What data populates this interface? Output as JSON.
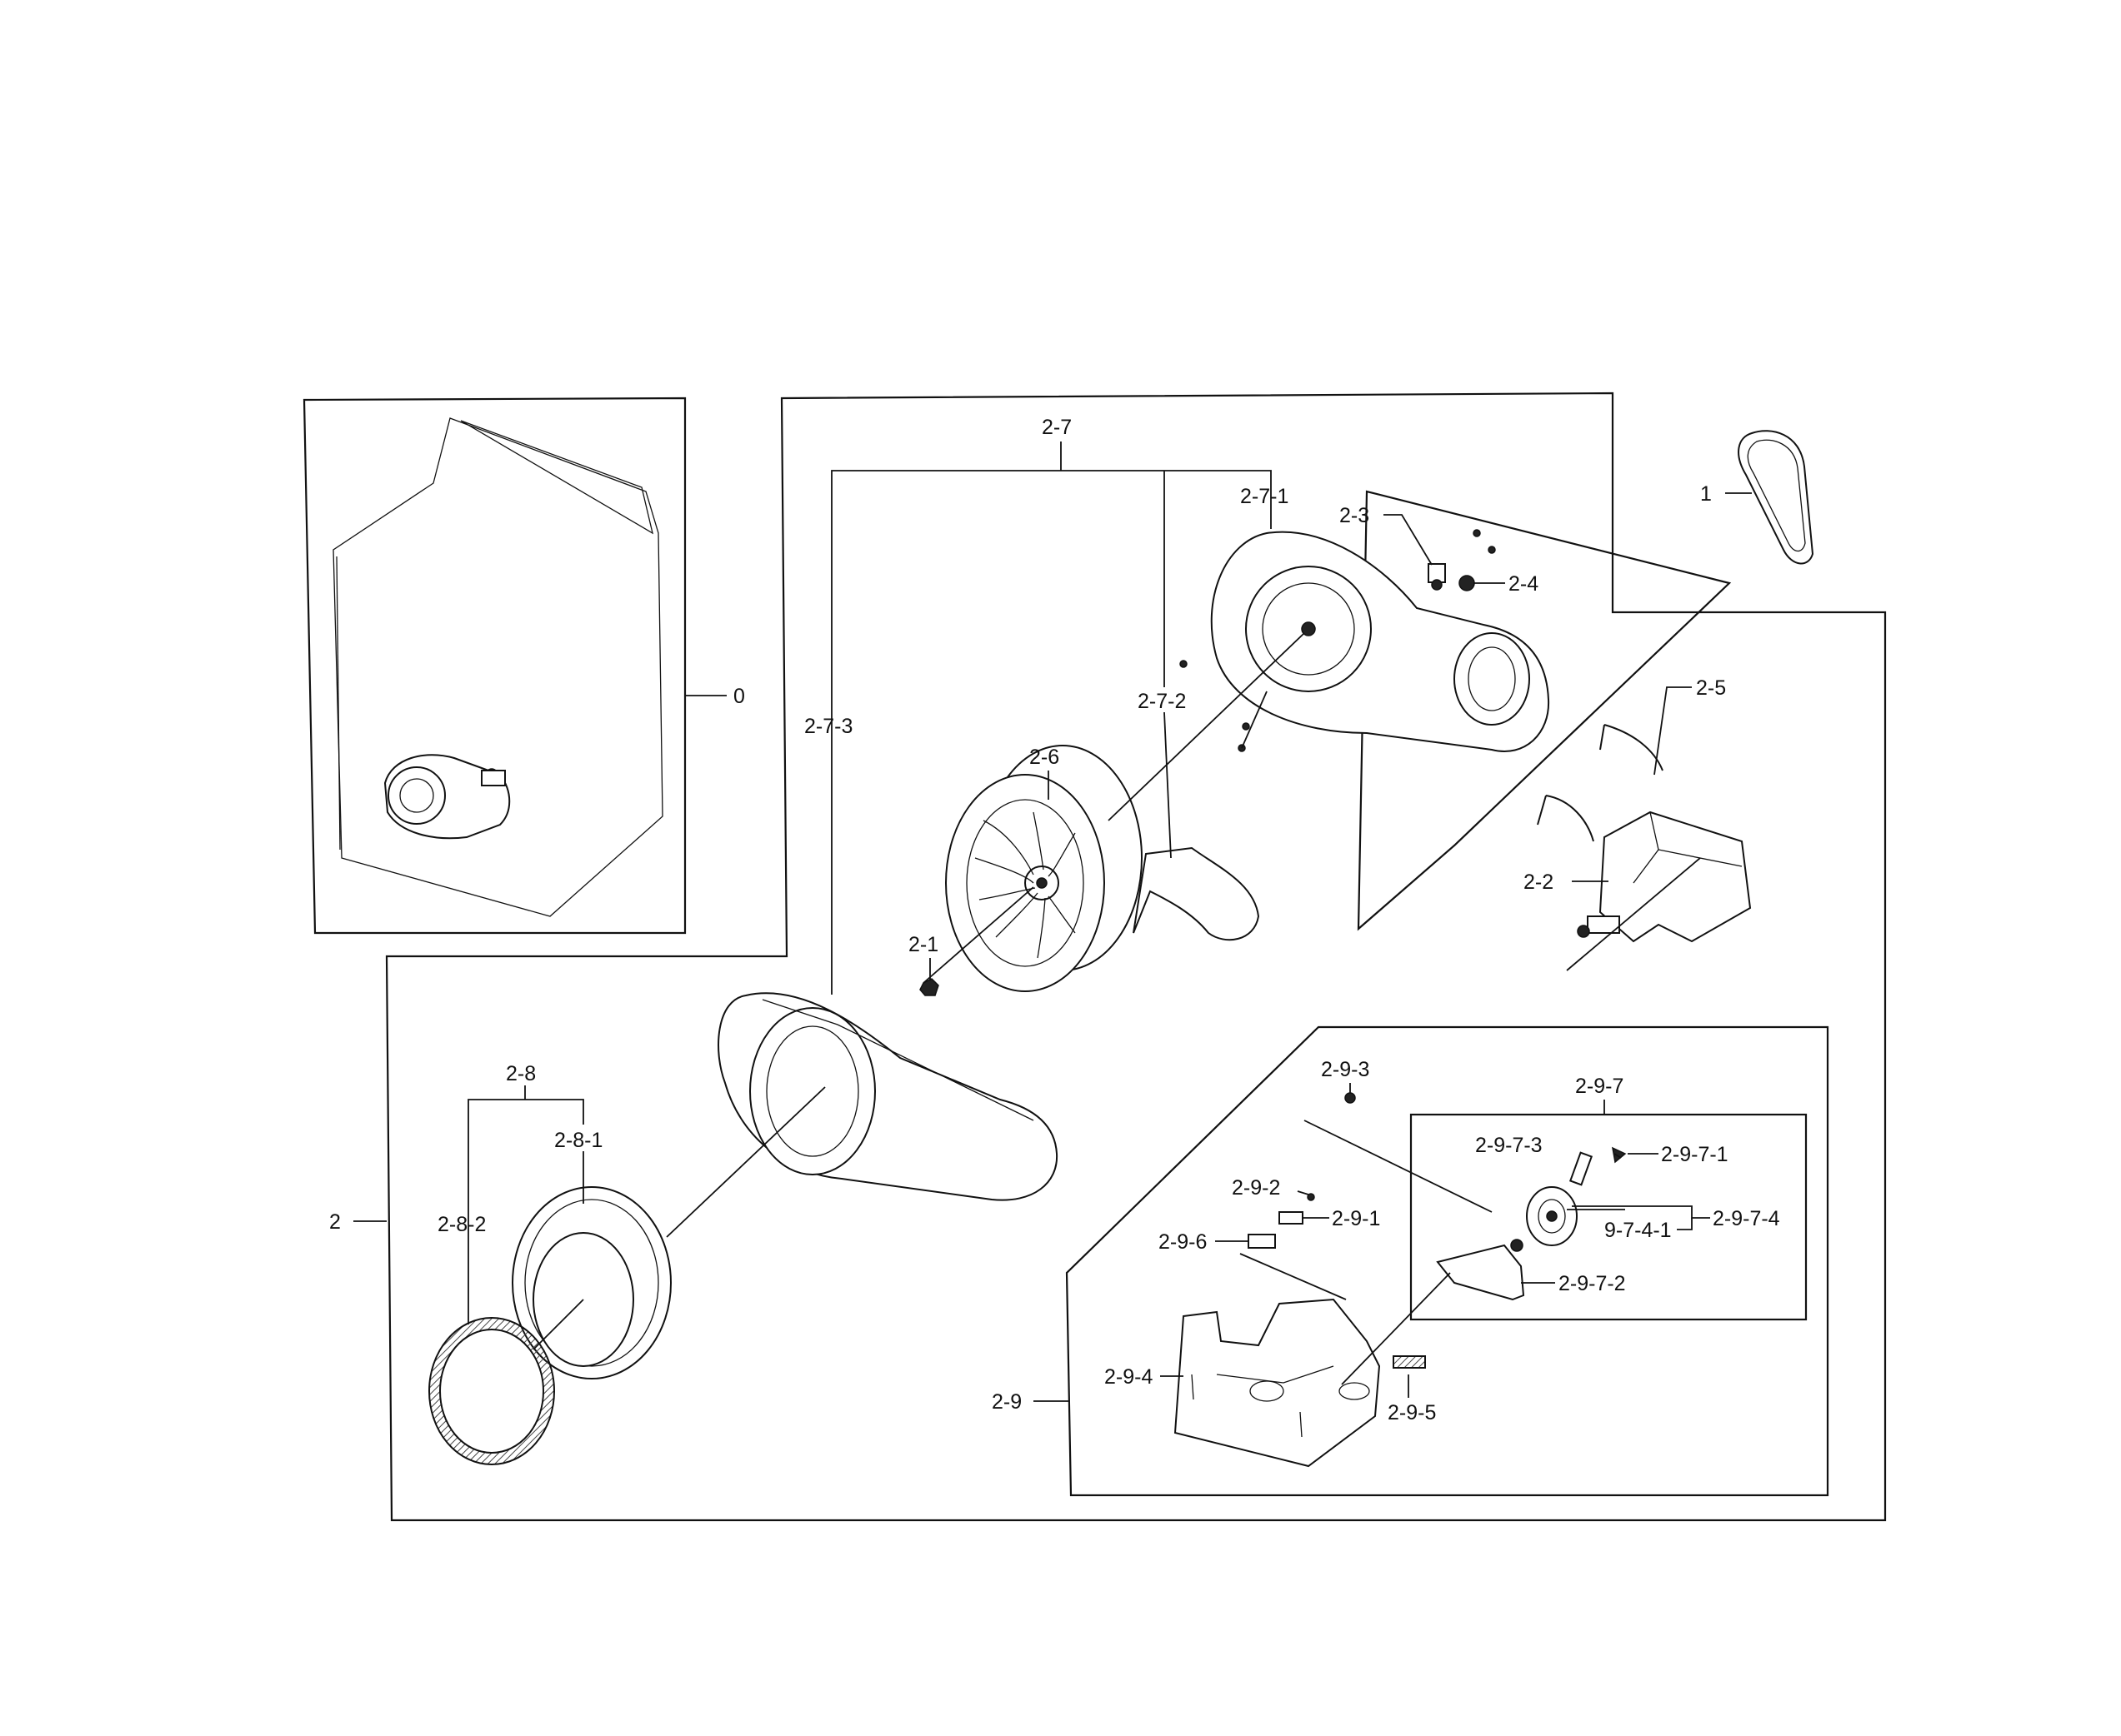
{
  "callouts": {
    "c0": "0",
    "c1": "1",
    "c2": "2",
    "c2_1": "2-1",
    "c2_2": "2-2",
    "c2_3": "2-3",
    "c2_4": "2-4",
    "c2_5": "2-5",
    "c2_6": "2-6",
    "c2_7": "2-7",
    "c2_7_1": "2-7-1",
    "c2_7_2": "2-7-2",
    "c2_7_3": "2-7-3",
    "c2_8": "2-8",
    "c2_8_1": "2-8-1",
    "c2_8_2": "2-8-2",
    "c2_9": "2-9",
    "c2_9_1": "2-9-1",
    "c2_9_2": "2-9-2",
    "c2_9_3": "2-9-3",
    "c2_9_4": "2-9-4",
    "c2_9_5": "2-9-5",
    "c2_9_6": "2-9-6",
    "c2_9_7": "2-9-7",
    "c2_9_7_1": "2-9-7-1",
    "c2_9_7_2": "2-9-7-2",
    "c2_9_7_3": "2-9-7-3",
    "c2_9_7_4": "2-9-7-4",
    "c9_7_4_1": "9-7-4-1"
  }
}
